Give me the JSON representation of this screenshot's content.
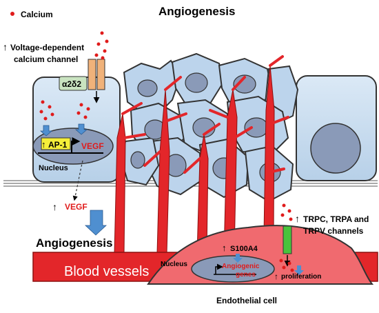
{
  "title": "Angiogenesis",
  "legend": {
    "calcium": "Calcium"
  },
  "left_cell": {
    "channel_label_line1": "Voltage-dependent",
    "channel_label_line2": "calcium channel",
    "subunit": "α2δ2",
    "ap1": "AP-1",
    "vegf": "VEGF",
    "nucleus": "Nucleus",
    "up_arrow": "↑"
  },
  "output": {
    "vegf": "VEGF",
    "angiogenesis": "Angiogenesis",
    "up_arrow": "↑"
  },
  "vessel": {
    "label": "Blood vessels"
  },
  "endothelial": {
    "trp_line1": "TRPC, TRPA and",
    "trp_line2": "TRPV channels",
    "s100a4": "S100A4",
    "nucleus": "Nucleus",
    "genes_line1": "Angiogenic",
    "genes_line2": "genes",
    "proliferation": "proliferation",
    "cell_label": "Endothelial cell",
    "up_arrow": "↑"
  },
  "colors": {
    "calcium": "#e01b1b",
    "vessel": "#e3262a",
    "cell_fill": "#c6dcef",
    "nucleus": "#8a9ab8",
    "channel": "#f0b27a",
    "trp_channel": "#49c43c",
    "ap1": "#f5ef3a",
    "arrow_blue": "#4f8fd0"
  }
}
